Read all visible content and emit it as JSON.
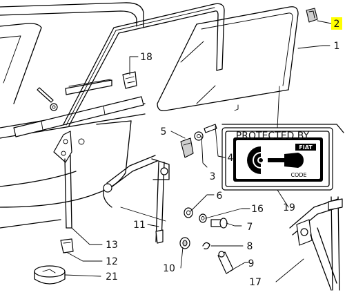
{
  "labels": {
    "p1": "1",
    "p2": "2",
    "p3": "3",
    "p4": "4",
    "p5": "5",
    "p6": "6",
    "p7": "7",
    "p8": "8",
    "p9": "9",
    "p10": "10",
    "p11": "11",
    "p12": "12",
    "p13": "13",
    "p16": "16",
    "p17": "17",
    "p18": "18",
    "p19": "19",
    "p21": "21"
  },
  "label_box": {
    "protected_by": "PROTECTED BY",
    "brand": "FIAT",
    "code": "CODE"
  },
  "colors": {
    "highlight": "#ffff00",
    "ink": "#000000"
  },
  "highlighted_part": "2"
}
